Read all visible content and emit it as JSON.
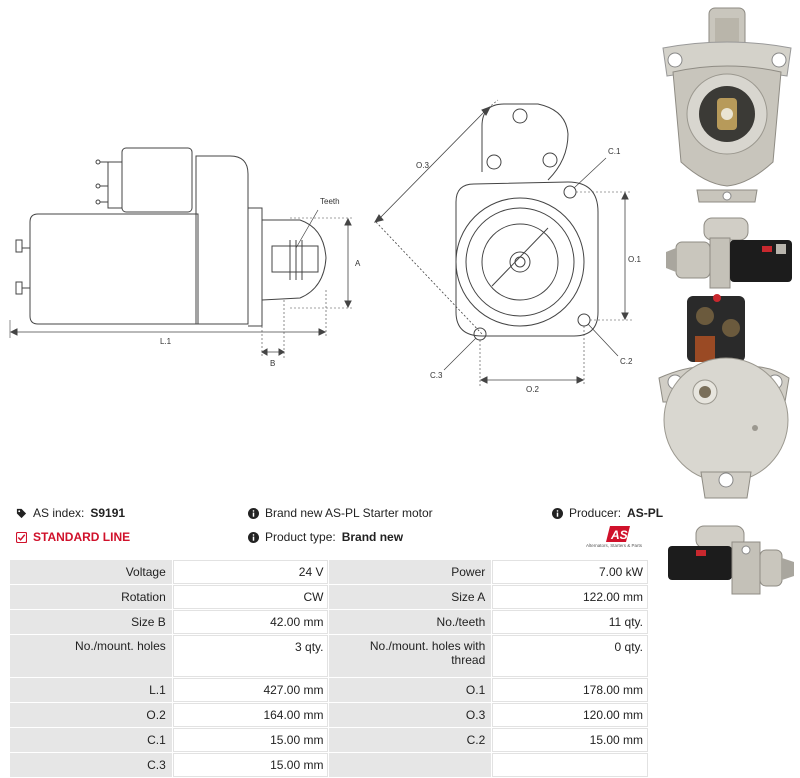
{
  "drawings": {
    "side_labels": {
      "teeth": "Teeth",
      "a": "A",
      "b": "B",
      "l1": "L.1"
    },
    "front_labels": {
      "o3": "O.3",
      "c1": "C.1",
      "o1": "O.1",
      "c2": "C.2",
      "c3": "C.3",
      "o2": "O.2"
    }
  },
  "info": {
    "as_index_label": "AS index:",
    "as_index_value": "S9191",
    "description": "Brand new AS-PL Starter motor",
    "producer_label": "Producer:",
    "producer_value": "AS-PL",
    "line": "STANDARD LINE",
    "product_type_label": "Product type:",
    "product_type_value": "Brand new"
  },
  "logo": {
    "mark": "AS",
    "tagline": "Alternators, Starters & Parts"
  },
  "specs": [
    {
      "k1": "Voltage",
      "v1": "24 V",
      "k2": "Power",
      "v2": "7.00 kW"
    },
    {
      "k1": "Rotation",
      "v1": "CW",
      "k2": "Size A",
      "v2": "122.00 mm"
    },
    {
      "k1": "Size B",
      "v1": "42.00 mm",
      "k2": "No./teeth",
      "v2": "11 qty."
    },
    {
      "k1": "No./mount. holes",
      "v1": "3 qty.",
      "k2": "No./mount. holes with thread",
      "v2": "0 qty."
    },
    {
      "k1": "L.1",
      "v1": "427.00 mm",
      "k2": "O.1",
      "v2": "178.00 mm"
    },
    {
      "k1": "O.2",
      "v1": "164.00 mm",
      "k2": "O.3",
      "v2": "120.00 mm"
    },
    {
      "k1": "C.1",
      "v1": "15.00 mm",
      "k2": "C.2",
      "v2": "15.00 mm"
    },
    {
      "k1": "C.3",
      "v1": "15.00 mm",
      "k2": "",
      "v2": ""
    }
  ],
  "colors": {
    "accent_red": "#d0112b",
    "table_key_bg": "#e6e6e6",
    "drawing_line": "#444444"
  }
}
